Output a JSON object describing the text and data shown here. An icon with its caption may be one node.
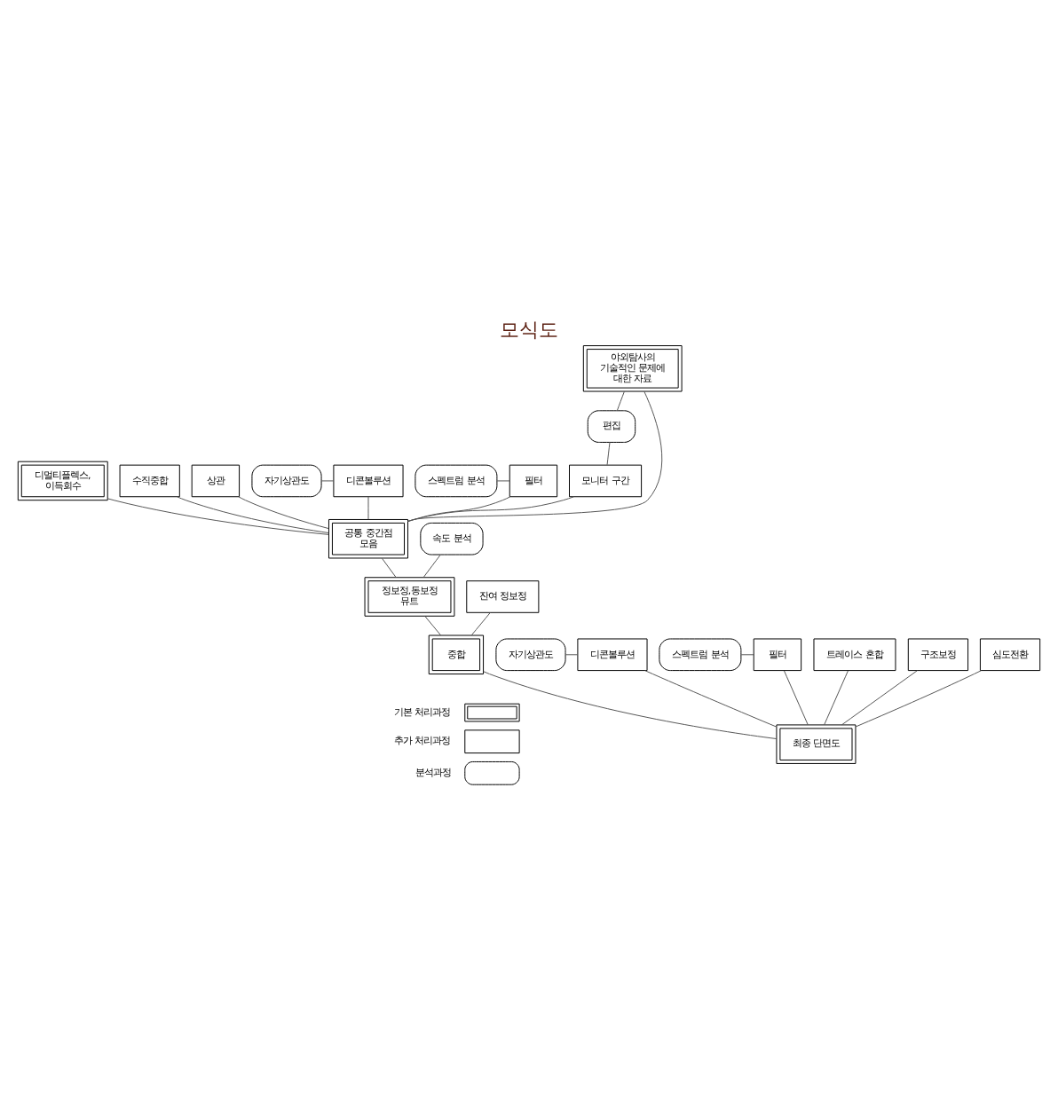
{
  "diagram": {
    "title": "모식도",
    "nodes": [
      {
        "text": [
          "디멀티플렉스, 이득회수"
        ]
      },
      {
        "text": [
          "수직중합"
        ]
      },
      {
        "text": [
          "상관"
        ]
      },
      {
        "text": [
          "자기상관도"
        ]
      },
      {
        "text": [
          "디콘볼루션"
        ]
      },
      {
        "text": [
          "스펙트럼 분석"
        ]
      },
      {
        "text": [
          "필터"
        ]
      },
      {
        "text": [
          "야외탐사의 기술적인 문제에 대한 자료"
        ]
      },
      {
        "text": [
          "편집"
        ]
      },
      {
        "text": [
          "모니터 구간"
        ]
      },
      {
        "text": [
          "공통 중간점 모음"
        ]
      },
      {
        "text": [
          "속도 분석"
        ]
      },
      {
        "text": [
          "정보정,동보정 뮤트"
        ]
      },
      {
        "text": [
          "잔여 정보정"
        ]
      },
      {
        "text": [
          "중합"
        ]
      },
      {
        "text": [
          "자기상관도"
        ]
      },
      {
        "text": [
          "디콘볼루션"
        ]
      },
      {
        "text": [
          "스펙트럼 분석"
        ]
      },
      {
        "text": [
          "필터"
        ]
      },
      {
        "text": [
          "트레이스 혼합"
        ]
      },
      {
        "text": [
          "구조보정"
        ]
      },
      {
        "text": [
          "심도전환"
        ]
      },
      {
        "text": [
          "최종 단면도"
        ]
      }
    ],
    "edges": [
      {
        "from": 0,
        "to": 10,
        "arrow": "none"
      },
      {
        "from": 1,
        "to": 10,
        "arrow": "none"
      },
      {
        "from": 2,
        "to": 10,
        "arrow": "none"
      },
      {
        "from": 3,
        "to": 4,
        "arrow": "none"
      },
      {
        "from": 4,
        "to": 10,
        "arrow": "none"
      },
      {
        "from": 5,
        "to": 6,
        "arrow": "none"
      },
      {
        "from": 6,
        "to": 10,
        "arrow": "none"
      },
      {
        "from": 7,
        "to": 8,
        "arrow": "none"
      },
      {
        "from": 8,
        "to": 9,
        "arrow": "none"
      },
      {
        "from": 9,
        "to": 10,
        "arrow": "none"
      },
      {
        "from": 7,
        "to": 10,
        "arrow": "none"
      },
      {
        "from": 10,
        "to": 12,
        "arrow": "none"
      },
      {
        "from": 11,
        "to": 12,
        "arrow": "none"
      },
      {
        "from": 12,
        "to": 14,
        "arrow": "none"
      },
      {
        "from": 13,
        "to": 14,
        "arrow": "none"
      },
      {
        "from": 14,
        "to": 22,
        "arrow": "none"
      },
      {
        "from": 15,
        "to": 16,
        "arrow": "none"
      },
      {
        "from": 16,
        "to": 22,
        "arrow": "none"
      },
      {
        "from": 17,
        "to": 18,
        "arrow": "none"
      },
      {
        "from": 18,
        "to": 22,
        "arrow": "none"
      },
      {
        "from": 19,
        "to": 22,
        "arrow": "none"
      },
      {
        "from": 20,
        "to": 22,
        "arrow": "none"
      },
      {
        "from": 21,
        "to": 22,
        "arrow": "none"
      }
    ],
    "legend": [
      {
        "text": "기본 처리과정"
      },
      {
        "text": "추가 처리과정"
      },
      {
        "text": "분석과정"
      }
    ]
  }
}
